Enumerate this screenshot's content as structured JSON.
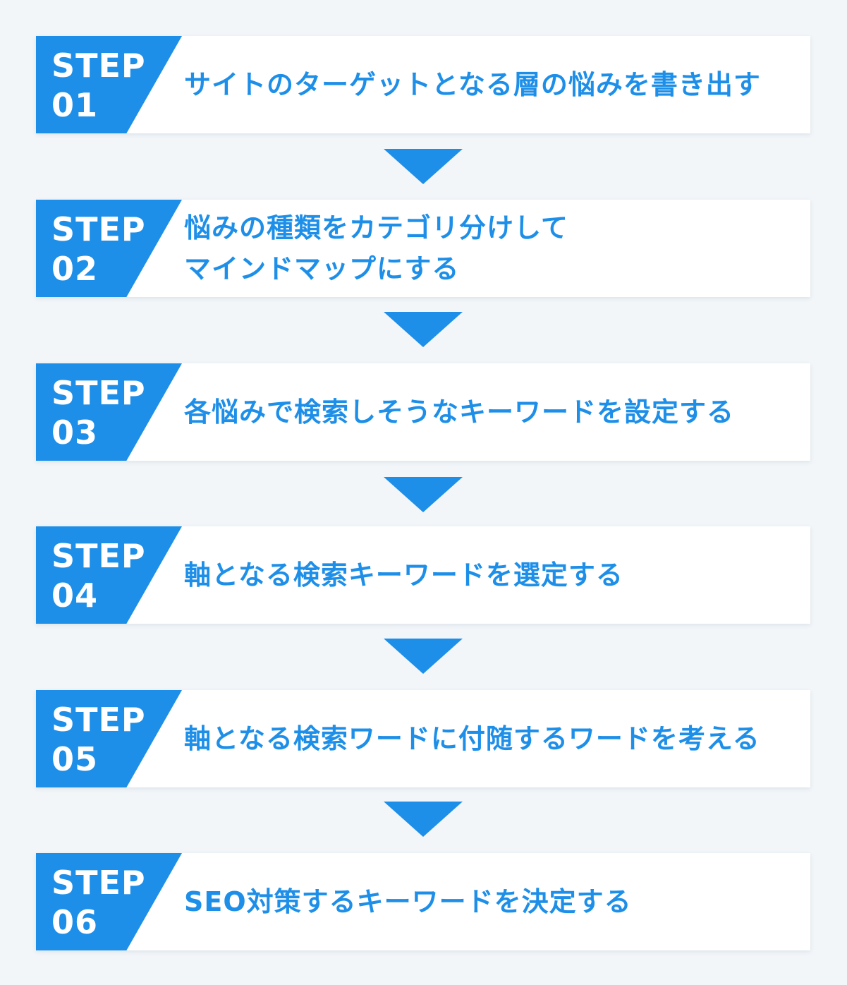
{
  "colors": {
    "background": "#f2f6f9",
    "accent": "#1e8fe8",
    "card": "#ffffff"
  },
  "steps": [
    {
      "word": "STEP",
      "number": "01",
      "lines": [
        "サイトのターゲットとなる層の悩みを書き出す"
      ]
    },
    {
      "word": "STEP",
      "number": "02",
      "lines": [
        "悩みの種類をカテゴリ分けして",
        "マインドマップにする"
      ]
    },
    {
      "word": "STEP",
      "number": "03",
      "lines": [
        "各悩みで検索しそうなキーワードを設定する"
      ]
    },
    {
      "word": "STEP",
      "number": "04",
      "lines": [
        "軸となる検索キーワードを選定する"
      ]
    },
    {
      "word": "STEP",
      "number": "05",
      "lines": [
        "軸となる検索ワードに付随するワードを考える"
      ]
    },
    {
      "word": "STEP",
      "number": "06",
      "lines": [
        "SEO対策するキーワードを決定する"
      ]
    }
  ],
  "arrow_icon": "down-triangle-icon"
}
